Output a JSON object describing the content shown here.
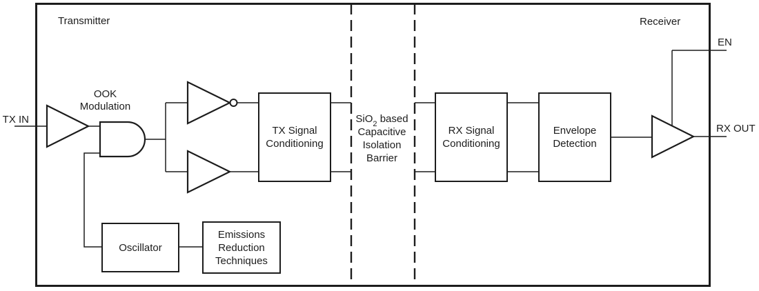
{
  "window": {
    "background": "#ffffff",
    "ink": "#1c1c1c"
  },
  "diagram": {
    "transmitter_label": "Transmitter",
    "receiver_label": "Receiver",
    "ports": {
      "tx_in": "TX IN",
      "en": "EN",
      "rx_out": "RX OUT"
    },
    "ook_label": "OOK\nModulation",
    "blocks": {
      "tx_conditioning": "TX Signal\nConditioning",
      "rx_conditioning": "RX Signal\nConditioning",
      "envelope": "Envelope\nDetection",
      "oscillator": "Oscillator",
      "emissions": "Emissions\nReduction\nTechniques"
    },
    "barrier": {
      "prefix": "SiO",
      "sub": "2",
      "suffix": " based",
      "lines": [
        "Capacitive",
        "Isolation",
        "Barrier"
      ]
    }
  }
}
